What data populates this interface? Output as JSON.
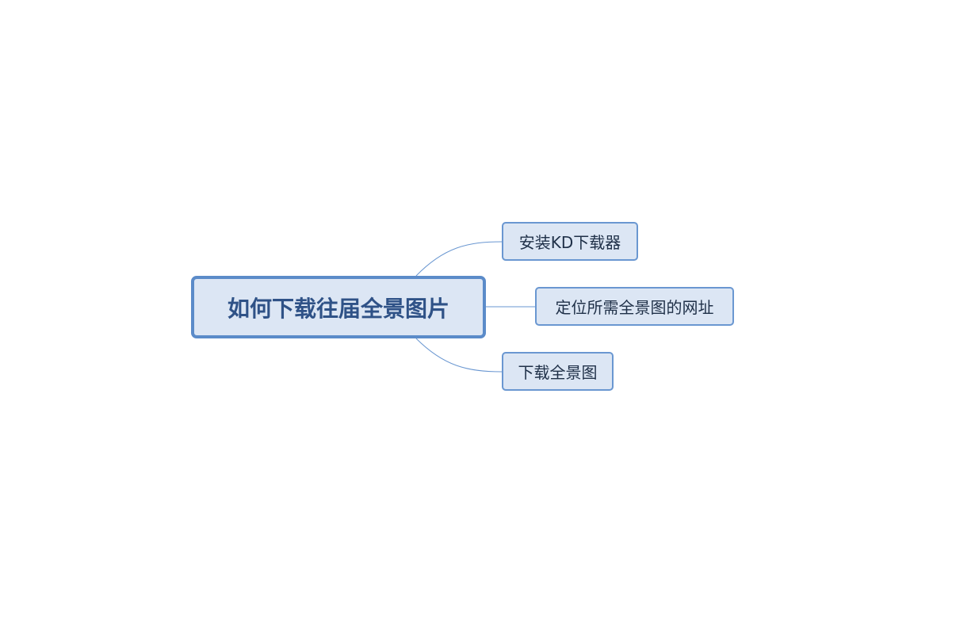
{
  "mindmap": {
    "central_topic": "如何下载往届全景图片",
    "branches": [
      {
        "label": "安装KD下载器"
      },
      {
        "label": "定位所需全景图的网址"
      },
      {
        "label": "下载全景图"
      }
    ]
  },
  "colors": {
    "node_fill": "#dce6f4",
    "central_border": "#5b8bc9",
    "central_text": "#2f5287",
    "child_border": "#6a97d1",
    "child_text": "#1f3048",
    "connector": "#6a97d1"
  }
}
